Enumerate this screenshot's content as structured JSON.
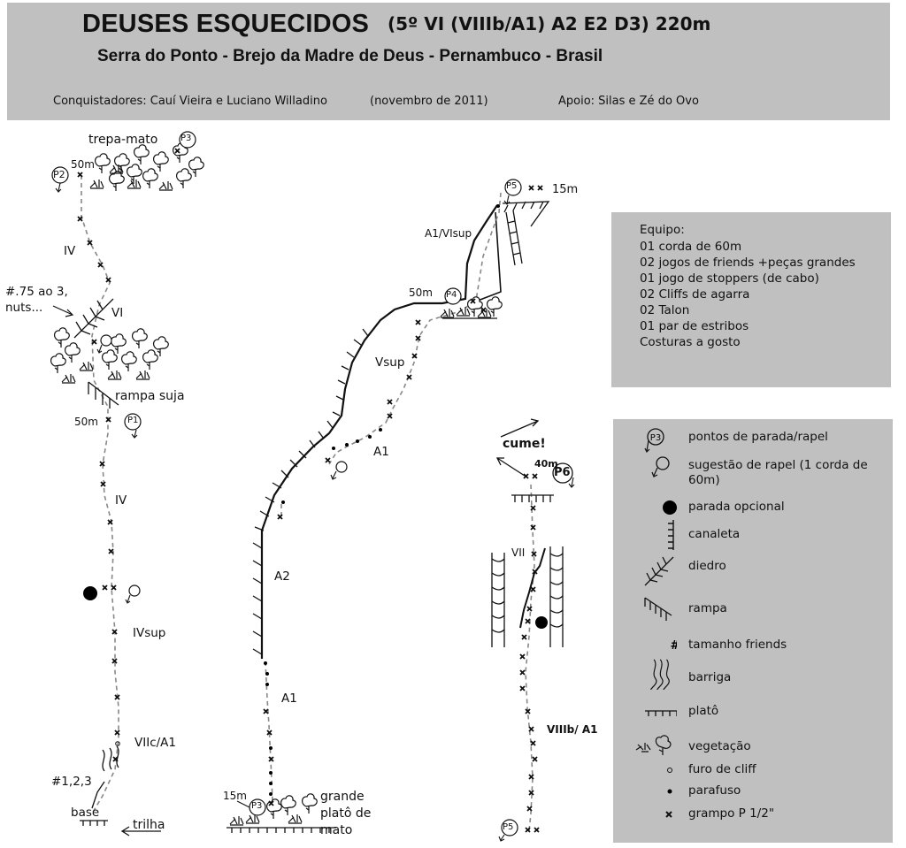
{
  "header": {
    "title": "DEUSES ESQUECIDOS",
    "grade": "(5º VI (VIIIb/A1) A2 E2 D3) 220m",
    "subtitle": "Serra do Ponto - Brejo da Madre de Deus - Pernambuco - Brasil",
    "credits": "Conquistadores: Cauí Vieira e Luciano Willadino",
    "credits_date": "(novembro de 2011)",
    "support": "Apoio: Silas e Zé do Ovo"
  },
  "equipment": {
    "heading": "Equipo:",
    "items": [
      "01 corda de 60m",
      "02 jogos de friends +peças grandes",
      "01 jogo de stoppers (de cabo)",
      "02 Cliffs de agarra",
      "02 Talon",
      "01 par de estribos",
      "Costuras a gosto"
    ]
  },
  "legend": {
    "items": [
      {
        "icon": "belay-station-icon",
        "label": "pontos de parada/rapel"
      },
      {
        "icon": "rappel-suggestion-icon",
        "label": "sugestão de rapel (1 corda de 60m)"
      },
      {
        "icon": "optional-belay-icon",
        "label": "parada opcional"
      },
      {
        "icon": "chimney-icon",
        "label": "canaleta"
      },
      {
        "icon": "dihedral-icon",
        "label": "diedro"
      },
      {
        "icon": "ramp-icon",
        "label": "rampa"
      },
      {
        "icon": "friends-size-icon",
        "label": "tamanho friends"
      },
      {
        "icon": "bulge-icon",
        "label": "barriga"
      },
      {
        "icon": "plateau-icon",
        "label": "platô"
      },
      {
        "icon": "vegetation-icon",
        "label": "vegetação"
      },
      {
        "icon": "cliff-hole-icon",
        "label": "furo de cliff"
      },
      {
        "icon": "bolt-icon",
        "label": "parafuso"
      },
      {
        "icon": "piton-icon",
        "label": "grampo P 1/2\""
      }
    ],
    "friends_symbol": "#"
  },
  "topo_left": {
    "trepa_mato": "trepa-mato",
    "p3": "P3",
    "p2": "P2",
    "len_50m_top": "50m",
    "grade_iv_1": "IV",
    "gear_note_1": "#.75 ao 3,",
    "gear_note_2": "nuts...",
    "grade_vi": "VI",
    "rampa_suja": "rampa suja",
    "len_50m_p1": "50m",
    "p1": "P1",
    "grade_iv_2": "IV",
    "grade_ivsup": "IVsup",
    "grade_viic": "VIIc/A1",
    "gear_123": "#1,2,3",
    "base": "base",
    "trilha": "trilha"
  },
  "topo_middle": {
    "p5": "P5",
    "len_15m_top": "15m",
    "grade_a1_visup": "A1/VIsup",
    "len_50m": "50m",
    "p4": "P4",
    "grade_vsup": "Vsup",
    "grade_a1_upper": "A1",
    "grade_a2": "A2",
    "grade_a1_lower": "A1",
    "len_15m_bottom": "15m",
    "p3": "P3",
    "grande": "grande",
    "plato_de": "platô de",
    "mato": "mato"
  },
  "topo_right": {
    "cume": "cume!",
    "len_40m": "40m",
    "p6": "P6",
    "grade_vii": "VII",
    "grade_viiib": "VIIIb/ A1",
    "p5": "P5"
  }
}
